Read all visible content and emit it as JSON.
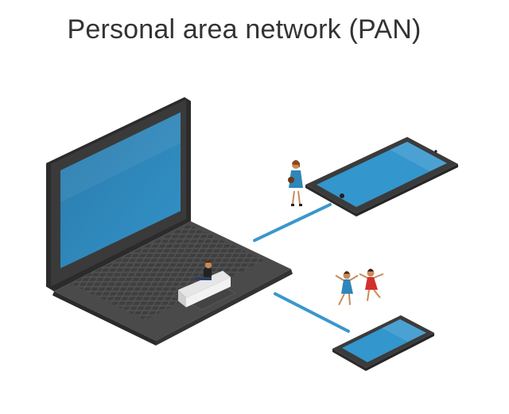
{
  "diagram": {
    "title": "Personal area network (PAN)",
    "nodes": [
      {
        "id": "laptop",
        "icon": "laptop-icon"
      },
      {
        "id": "tablet",
        "icon": "tablet-icon"
      },
      {
        "id": "phone",
        "icon": "smartphone-icon"
      }
    ],
    "edges": [
      {
        "from": "laptop",
        "to": "tablet"
      },
      {
        "from": "laptop",
        "to": "phone"
      }
    ],
    "colors": {
      "link": "#3a97cd",
      "screen": "#2f86b8",
      "device_body": "#3b3b3b",
      "keyboard": "#4a4a4a",
      "title": "#333333"
    }
  }
}
